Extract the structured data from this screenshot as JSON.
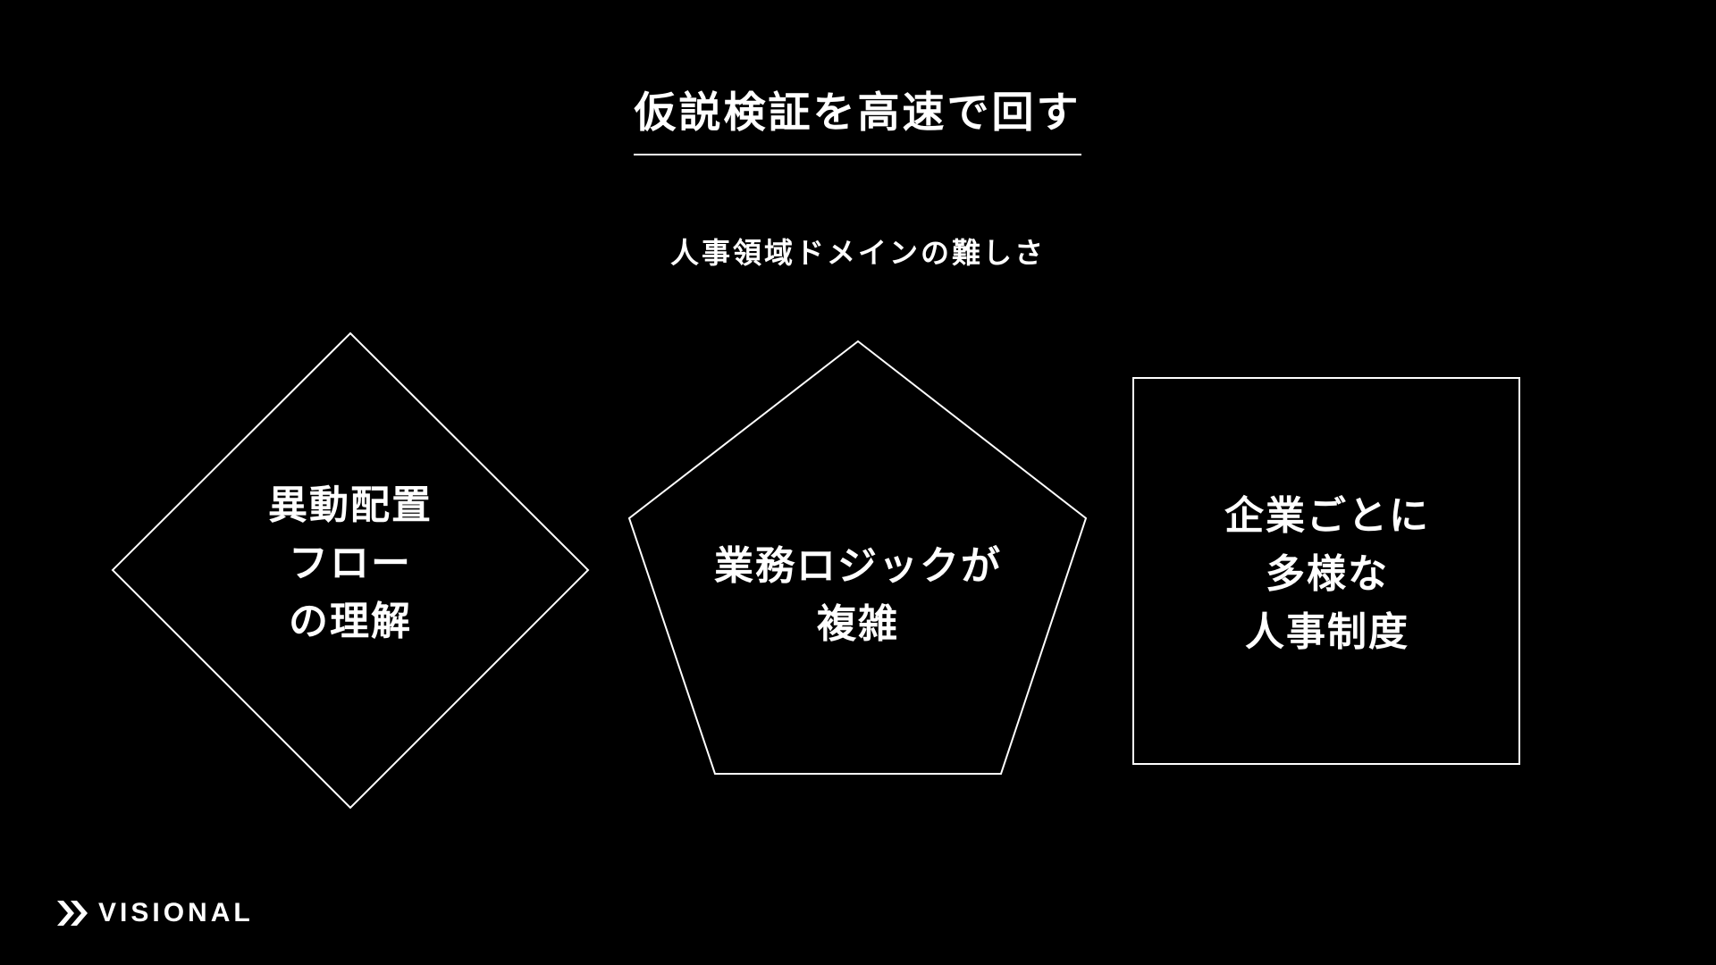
{
  "slide": {
    "title": "仮説検証を高速で回す",
    "subtitle": "人事領域ドメインの難しさ"
  },
  "diagram": {
    "shapes": [
      {
        "shape": "diamond",
        "lines": [
          "異動配置",
          "フロー",
          "の理解"
        ]
      },
      {
        "shape": "pentagon",
        "lines": [
          "業務ロジックが",
          "複雑"
        ]
      },
      {
        "shape": "square",
        "lines": [
          "企業ごとに",
          "多様な",
          "人事制度"
        ]
      }
    ]
  },
  "colors": {
    "background": "#000000",
    "foreground": "#ffffff"
  },
  "logo": {
    "icon": "double-chevron-right-icon",
    "text": "VISIONAL"
  }
}
